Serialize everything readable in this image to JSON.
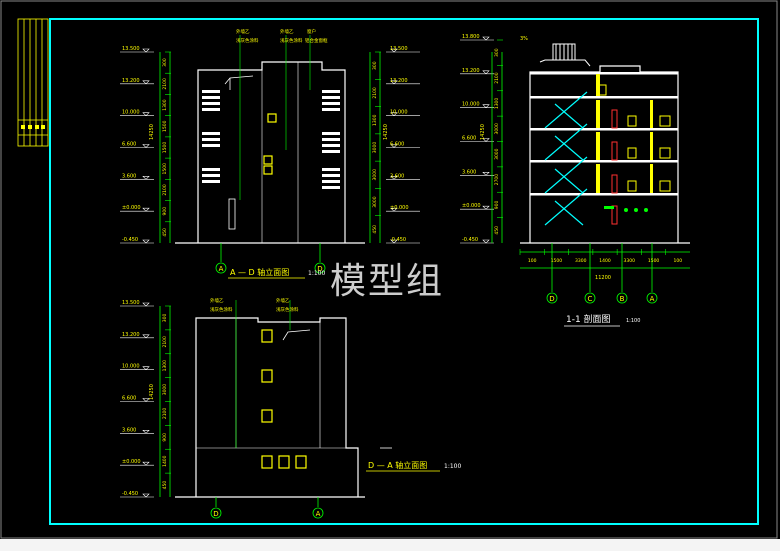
{
  "watermark": "模型组",
  "colors": {
    "frame": "#00ffff",
    "wall": "#ffffff",
    "text": "#ffff00",
    "green": "#00ff00",
    "cyan": "#00ffff",
    "red": "#ff3030",
    "magenta": "#ff40ff"
  },
  "elev1": {
    "title": "A — D 轴立面图",
    "scale": "1:100",
    "axis_left": "A",
    "axis_right": "D",
    "levels_left": [
      "13.500",
      "13.200",
      "10.000",
      "6.600",
      "3.600",
      "±0.000",
      "-0.450"
    ],
    "levels_right": [
      "13.500",
      "13.200",
      "10.000",
      "6.600",
      "3.600",
      "±0.000",
      "-0.450"
    ],
    "dims_left": [
      "300",
      "2100",
      "1300",
      "1500",
      "1500",
      "1500",
      "2100",
      "900",
      "450"
    ],
    "dims_right": [
      "300",
      "2100",
      "1300",
      "3000",
      "3000",
      "3000",
      "450"
    ],
    "total_left": "14250",
    "total_right": "14250",
    "notes": [
      "外墙乙",
      "浅灰色涂料",
      "外墙乙",
      "浅灰色涂料",
      "窗户",
      "铝合金窗框"
    ]
  },
  "elev2": {
    "title": "D — A 轴立面图",
    "scale": "1:100",
    "axis_left": "D",
    "axis_right": "A",
    "levels": [
      "13.500",
      "13.200",
      "10.000",
      "6.600",
      "3.600",
      "±0.000",
      "-0.450"
    ],
    "dims": [
      "300",
      "2100",
      "1300",
      "3000",
      "2100",
      "900",
      "1400",
      "450"
    ],
    "total": "14250",
    "notes": [
      "外墙乙",
      "浅灰色涂料",
      "外墙乙",
      "浅灰色涂料"
    ]
  },
  "section": {
    "title": "1-1 剖面图",
    "scale": "1:100",
    "levels": [
      "13.800",
      "13.200",
      "10.000",
      "6.600",
      "3.600",
      "±0.000",
      "-0.450"
    ],
    "dims": [
      "300",
      "2100",
      "1300",
      "3000",
      "3000",
      "2700",
      "900",
      "450"
    ],
    "total": "14250",
    "bottom_dims_1": [
      "100",
      "1500",
      "3300",
      "1400",
      "3300",
      "1500",
      "100"
    ],
    "bottom_total": "11200",
    "axes": [
      "D",
      "C",
      "B",
      "A"
    ],
    "roof_note": "3%"
  }
}
